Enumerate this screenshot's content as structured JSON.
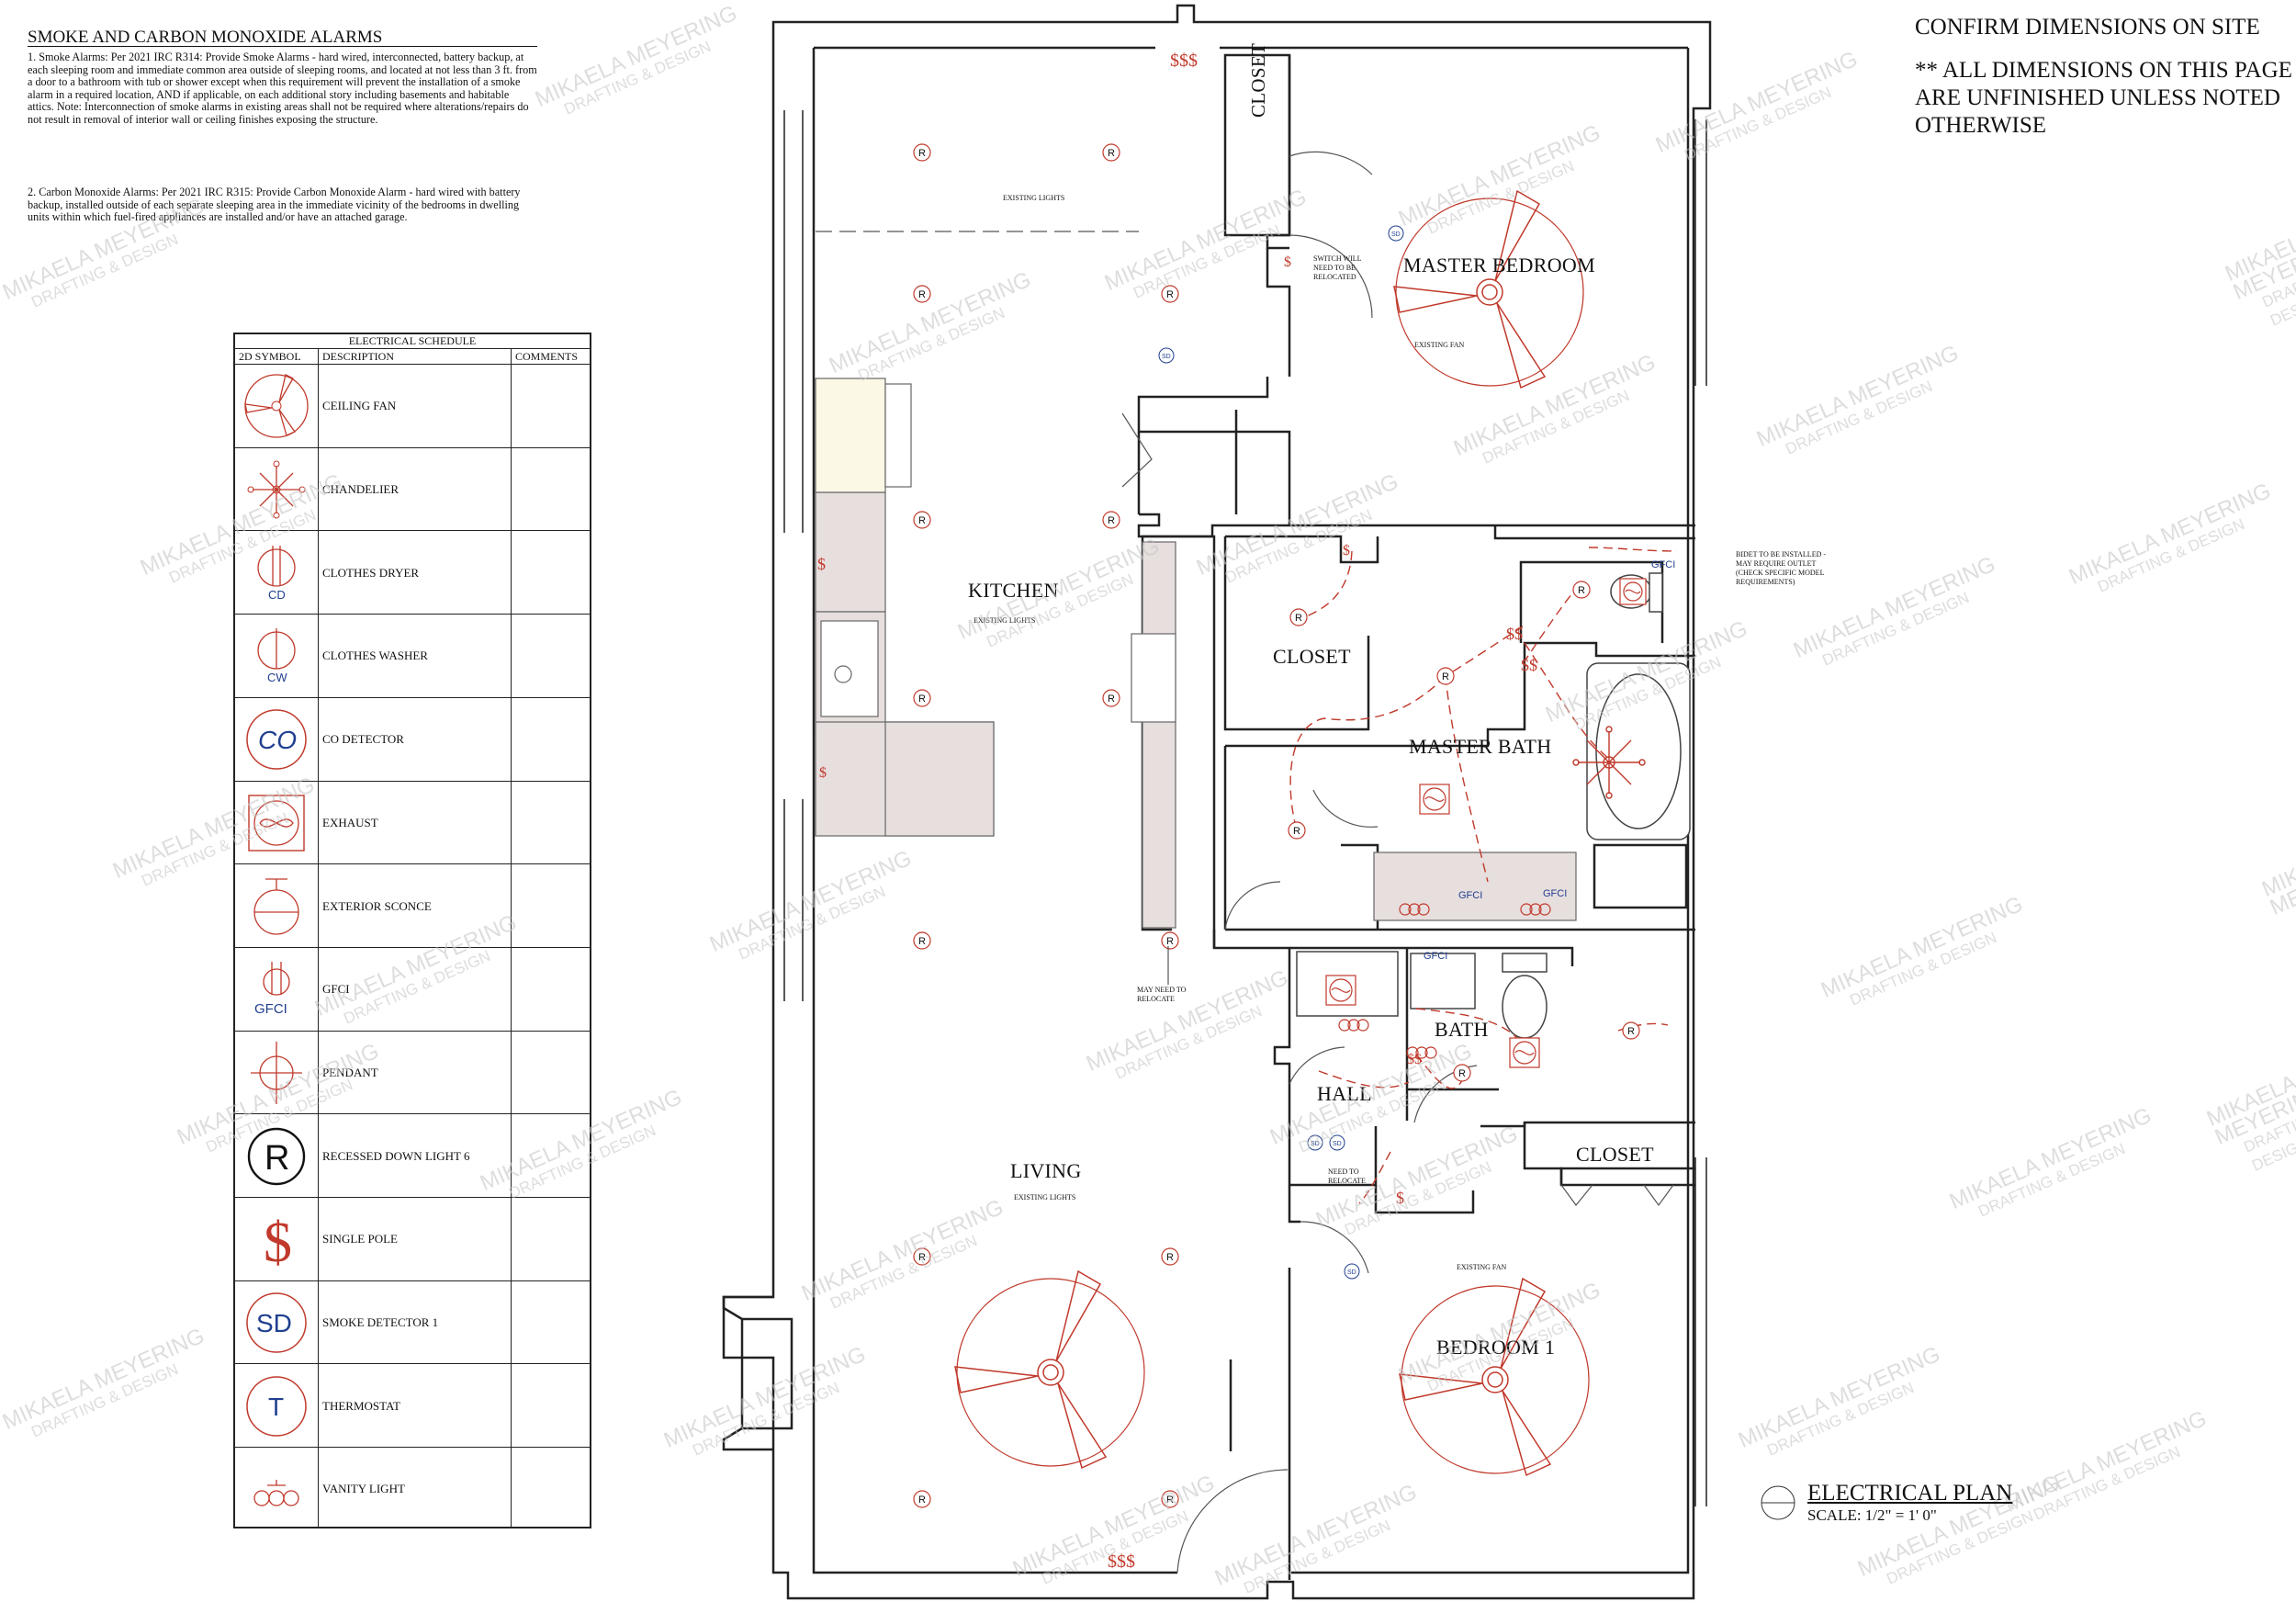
{
  "notes": {
    "title": "SMOKE AND CARBON MONOXIDE ALARMS",
    "note1": "1. Smoke Alarms: Per 2021 IRC R314: Provide Smoke Alarms - hard wired, interconnected, battery backup, at each sleeping room and immediate common area outside of sleeping rooms, and located at not less than 3 ft. from a door to a bathroom with tub or shower except when this requirement will prevent the installation of a smoke alarm in a required location, AND if applicable, on each additional story including basements and habitable attics. Note: Interconnection of smoke alarms in existing areas shall not be required where alterations/repairs do not result in removal of interior wall or ceiling finishes exposing the structure.",
    "note2": "2. Carbon Monoxide Alarms: Per 2021 IRC R315: Provide Carbon Monoxide Alarm - hard wired with battery backup, installed outside of each separate sleeping area in the immediate vicinity of the bedrooms in dwelling units within which fuel-fired appliances are installed and/or have an attached garage."
  },
  "header": {
    "confirm": "CONFIRM DIMENSIONS ON SITE",
    "all_dims": "** ALL DIMENSIONS ON THIS PAGE ARE UNFINISHED UNLESS NOTED OTHERWISE"
  },
  "schedule": {
    "title": "ELECTRICAL SCHEDULE",
    "col_symbol": "2D SYMBOL",
    "col_description": "DESCRIPTION",
    "col_comments": "COMMENTS",
    "rows": [
      {
        "desc": "CEILING FAN",
        "icon": "ceiling-fan-icon"
      },
      {
        "desc": "CHANDELIER",
        "icon": "chandelier-icon"
      },
      {
        "desc": "CLOTHES DRYER",
        "icon": "clothes-dryer-icon",
        "tag": "CD"
      },
      {
        "desc": "CLOTHES WASHER",
        "icon": "clothes-washer-icon",
        "tag": "CW"
      },
      {
        "desc": "CO DETECTOR",
        "icon": "co-detector-icon",
        "tag": "CO"
      },
      {
        "desc": "EXHAUST",
        "icon": "exhaust-icon"
      },
      {
        "desc": "EXTERIOR SCONCE",
        "icon": "exterior-sconce-icon"
      },
      {
        "desc": "GFCI",
        "icon": "gfci-icon",
        "tag": "GFCI"
      },
      {
        "desc": "PENDANT",
        "icon": "pendant-icon"
      },
      {
        "desc": "RECESSED DOWN LIGHT 6",
        "icon": "recessed-light-icon",
        "tag": "R"
      },
      {
        "desc": "SINGLE POLE",
        "icon": "single-pole-switch-icon",
        "tag": "$"
      },
      {
        "desc": "SMOKE DETECTOR 1",
        "icon": "smoke-detector-icon",
        "tag": "SD"
      },
      {
        "desc": "THERMOSTAT",
        "icon": "thermostat-icon",
        "tag": "T"
      },
      {
        "desc": "VANITY LIGHT",
        "icon": "vanity-light-icon"
      }
    ]
  },
  "rooms": {
    "closet_top": "CLOSET",
    "master_bedroom": "MASTER BEDROOM",
    "kitchen": "KITCHEN",
    "closet_mid": "CLOSET",
    "master_bath": "MASTER BATH",
    "bath": "BATH",
    "hall": "HALL",
    "closet_bottom": "CLOSET",
    "living": "LIVING",
    "bedroom1": "BEDROOM 1"
  },
  "annotations": {
    "existing_lights_top": "EXISTING LIGHTS",
    "existing_lights_kitchen": "EXISTING LIGHTS",
    "existing_lights_living": "EXISTING LIGHTS",
    "existing_fan_master": "EXISTING FAN",
    "existing_fan_bed1": "EXISTING FAN",
    "switch_relocate": "SWITCH WILL NEED TO BE RELOCATED",
    "bidet": "BIDET TO BE INSTALLED - MAY REQUIRE OUTLET (CHECK SPECIFIC MODEL REQUIREMENTS)",
    "may_relocate": "MAY NEED TO RELOCATE",
    "need_relocate": "NEED TO RELOCATE",
    "gfci": "GFCI",
    "sd": "SD",
    "triple_switch": "$$$",
    "double_switch": "$$",
    "single_switch": "$"
  },
  "title_block": {
    "title": "ELECTRICAL PLAN",
    "scale": "SCALE: 1/2\" = 1' 0\""
  },
  "watermark": {
    "line1": "MIKAELA MEYERING",
    "line2": "DRAFTING & DESIGN"
  },
  "colors": {
    "wall": "#222222",
    "electrical": "#c0392b",
    "counter": "#e7dede",
    "tag_blue": "#1f3f8f",
    "watermark": "#c8c8c8"
  }
}
